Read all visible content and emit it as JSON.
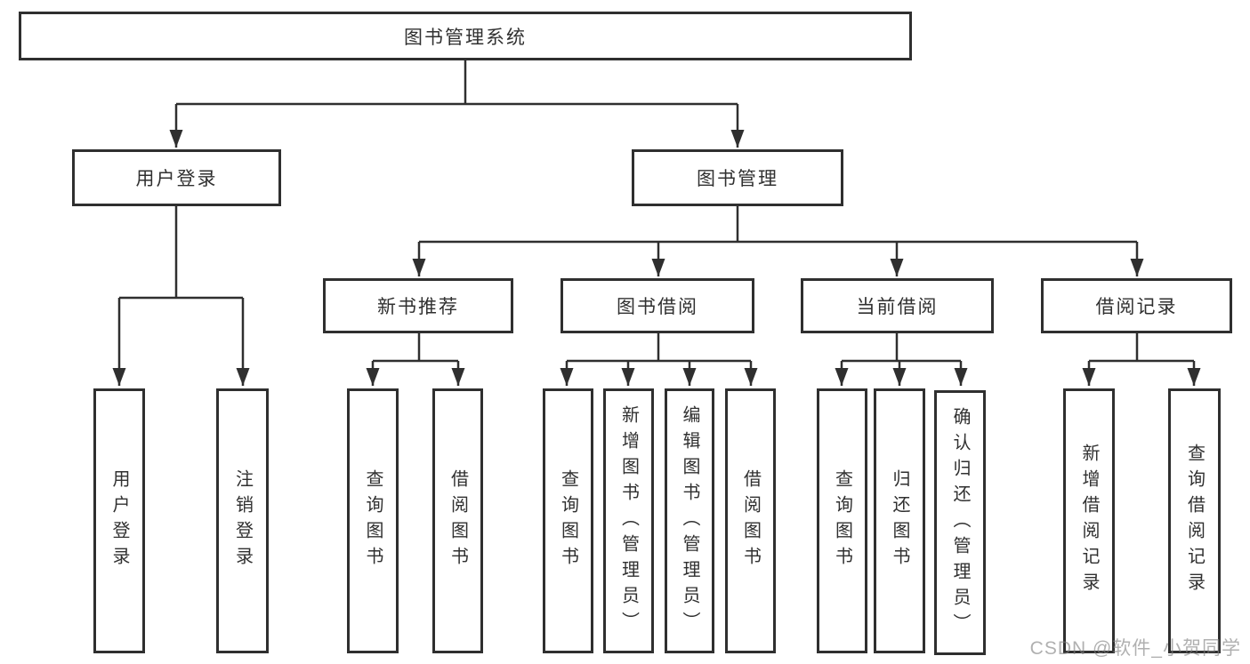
{
  "diagram": {
    "root": {
      "label": "图书管理系统"
    },
    "branches": [
      {
        "label": "用户登录",
        "children": [
          "用户登录",
          "注销登录"
        ]
      },
      {
        "label": "图书管理",
        "groups": [
          {
            "label": "新书推荐",
            "children": [
              "查询图书",
              "借阅图书"
            ]
          },
          {
            "label": "图书借阅",
            "children": [
              "查询图书",
              "新增图书（管理员）",
              "编辑图书（管理员）",
              "借阅图书"
            ]
          },
          {
            "label": "当前借阅",
            "children": [
              "查询图书",
              "归还图书",
              "确认归还（管理员）"
            ]
          },
          {
            "label": "借阅记录",
            "children": [
              "新增借阅记录",
              "查询借阅记录"
            ]
          }
        ]
      }
    ]
  },
  "watermark": "CSDN @软件_小贺同学",
  "colors": {
    "line": "#2f2f2f",
    "box_background": "#ffffff",
    "text": "#303030",
    "watermark": "#a9a9a9"
  }
}
